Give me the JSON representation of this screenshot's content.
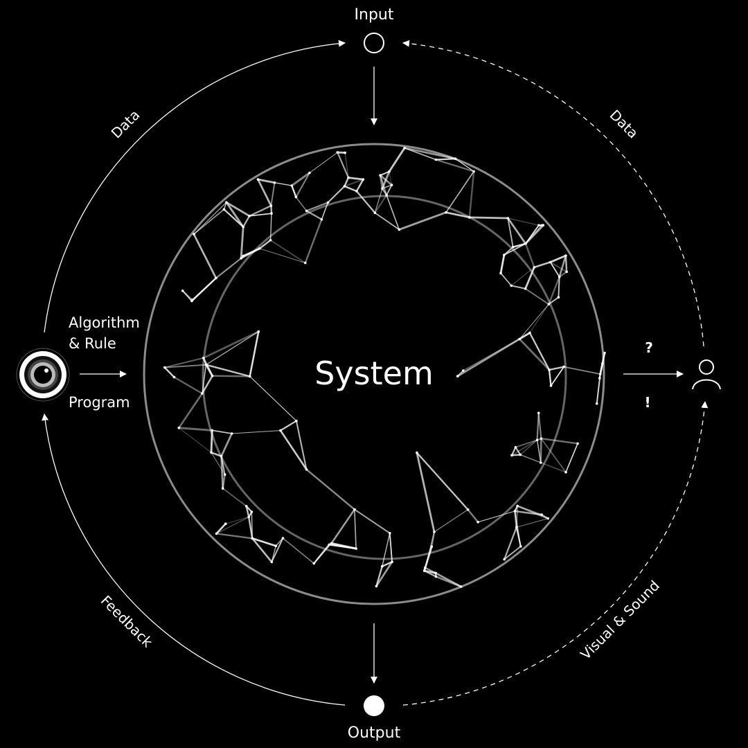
{
  "diagram": {
    "center_label": "System",
    "nodes": {
      "input": "Input",
      "output": "Output"
    },
    "arc_labels": {
      "data_left": "Data",
      "data_right": "Data",
      "feedback": "Feedback",
      "visual_sound": "Visual & Sound"
    },
    "left_labels": {
      "algorithm": "Algorithm",
      "rule": "& Rule",
      "program": "Program"
    },
    "right_marks": {
      "question": "?",
      "exclaim": "!"
    },
    "icons": [
      "eye-icon",
      "input-circle-icon",
      "output-circle-icon",
      "user-icon"
    ],
    "colors": {
      "background": "#000000",
      "foreground": "#ffffff"
    }
  }
}
